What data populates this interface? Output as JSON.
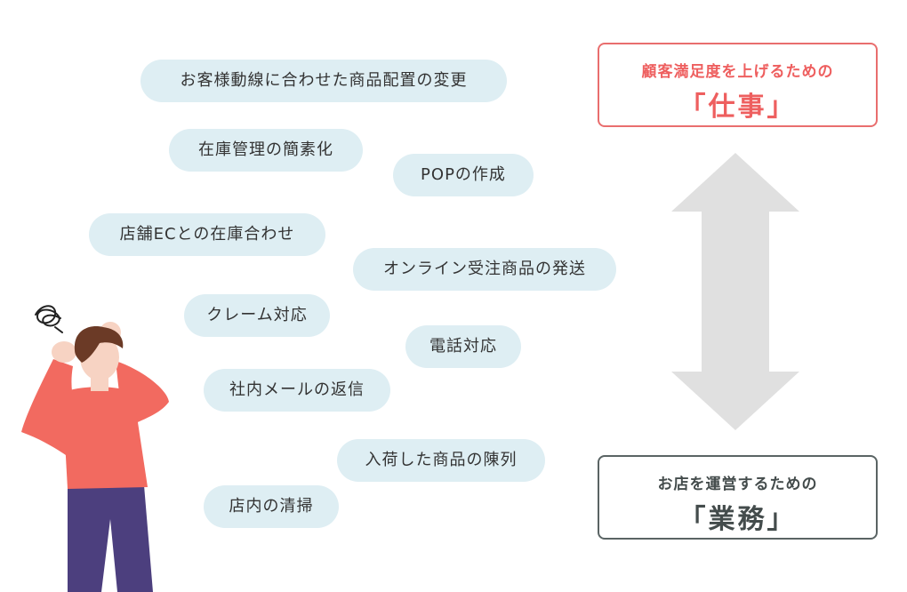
{
  "tasks": [
    "お客様動線に合わせた商品配置の変更",
    "在庫管理の簡素化",
    "POPの作成",
    "店舗ECとの在庫合わせ",
    "オンライン受注商品の発送",
    "クレーム対応",
    "電話対応",
    "社内メールの返信",
    "入荷した商品の陳列",
    "店内の清掃"
  ],
  "top_box": {
    "subtitle": "顧客満足度を上げるための",
    "title": "「仕事」"
  },
  "bottom_box": {
    "subtitle": "お店を運営するための",
    "title": "「業務」"
  },
  "colors": {
    "pill_bg": "#deeef3",
    "top_accent": "#ee5f5f",
    "bottom_accent": "#5a6464",
    "arrow": "#e0e0e0",
    "shirt": "#f26a60",
    "pants": "#4c3f7e",
    "hair": "#6b3a26",
    "skin": "#f7d3c3"
  },
  "icons": [
    "double-arrow-icon",
    "worried-person-illustration",
    "scribble-icon"
  ]
}
